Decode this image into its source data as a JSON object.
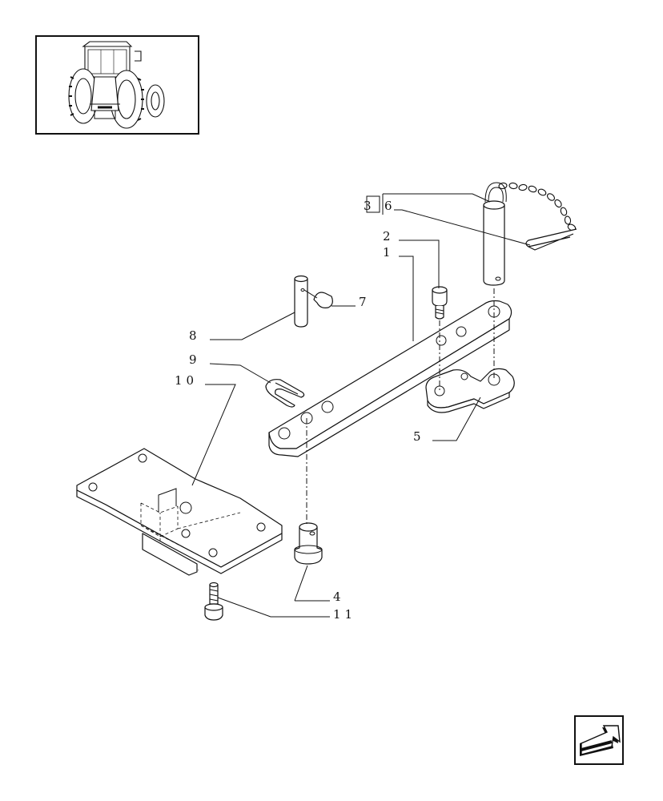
{
  "callouts": [
    {
      "id": "c1",
      "label": "1"
    },
    {
      "id": "c2",
      "label": "2"
    },
    {
      "id": "c3",
      "label": "3"
    },
    {
      "id": "c4",
      "label": "4"
    },
    {
      "id": "c5",
      "label": "5"
    },
    {
      "id": "c6",
      "label": "6"
    },
    {
      "id": "c7",
      "label": "7"
    },
    {
      "id": "c8",
      "label": "8"
    },
    {
      "id": "c9",
      "label": "9"
    },
    {
      "id": "c10",
      "label": "10"
    },
    {
      "id": "c11",
      "label": "11"
    }
  ],
  "thumbnail": {
    "icon": "tractor-rear-icon"
  },
  "navigation": {
    "icon": "next-page-arrow-icon"
  }
}
